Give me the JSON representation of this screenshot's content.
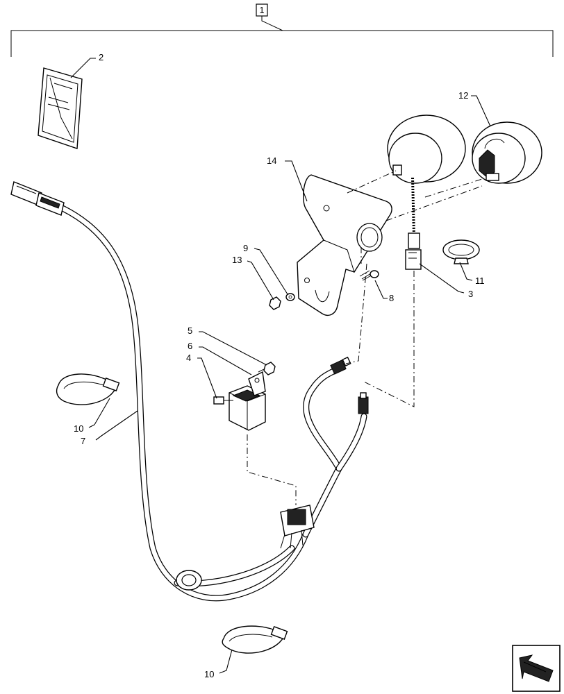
{
  "assembly_label": "1",
  "callouts": {
    "c2": "2",
    "c3": "3",
    "c4": "4",
    "c5": "5",
    "c6": "6",
    "c7": "7",
    "c8": "8",
    "c9": "9",
    "c10a": "10",
    "c10b": "10",
    "c11": "11",
    "c12": "12",
    "c13": "13",
    "c14": "14"
  },
  "nav": {
    "icon": "next-page-arrow-icon"
  }
}
